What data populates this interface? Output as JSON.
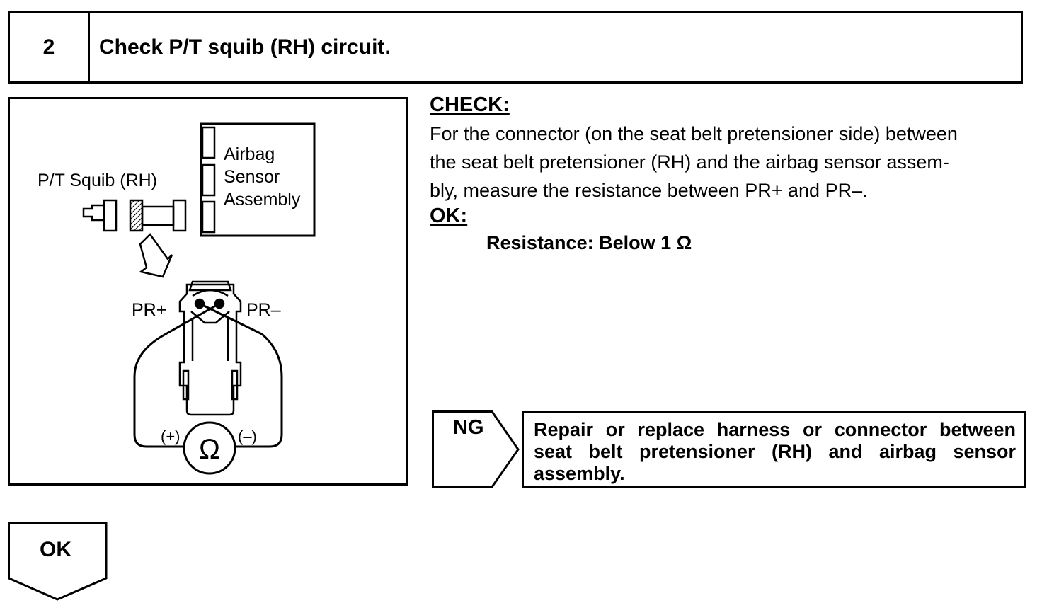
{
  "header": {
    "step_number": "2",
    "title": "Check P/T squib (RH) circuit."
  },
  "figure": {
    "squib_label": "P/T Squib (RH)",
    "sensor_label_line1": "Airbag",
    "sensor_label_line2": "Sensor",
    "sensor_label_line3": "Assembly",
    "terminal_plus": "PR+",
    "terminal_minus": "PR–",
    "probe_plus": "(+)",
    "probe_minus": "(–)",
    "ohmmeter_symbol": "Ω"
  },
  "check": {
    "heading": "CHECK:",
    "lines": [
      "For the connector (on the seat belt pretensioner side) between",
      "the seat belt pretensioner (RH) and the airbag sensor assem-",
      "bly, measure the resistance between PR+ and PR–."
    ],
    "ok_heading": "OK:",
    "ok_spec": "Resistance: Below 1 Ω"
  },
  "ng": {
    "label": "NG",
    "action": "Repair or replace harness or connector between seat belt pretensioner (RH) and airbag sensor assembly."
  },
  "ok": {
    "label": "OK"
  }
}
